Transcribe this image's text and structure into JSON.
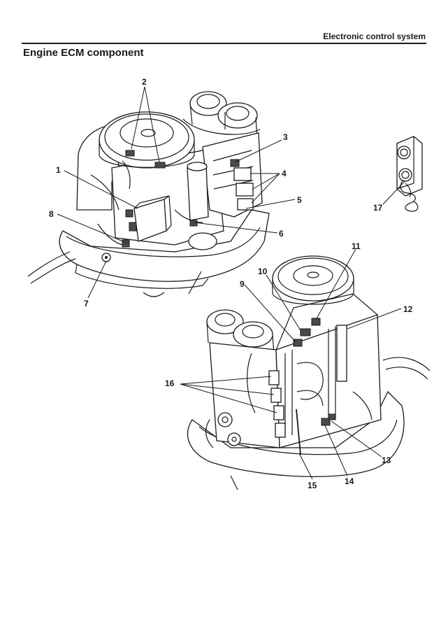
{
  "header": {
    "section_name": "Electronic control system"
  },
  "page": {
    "title": "Engine ECM component"
  },
  "figure": {
    "callouts": [
      "1",
      "2",
      "3",
      "4",
      "5",
      "6",
      "7",
      "8",
      "9",
      "10",
      "11",
      "12",
      "13",
      "14",
      "15",
      "16",
      "17"
    ]
  }
}
